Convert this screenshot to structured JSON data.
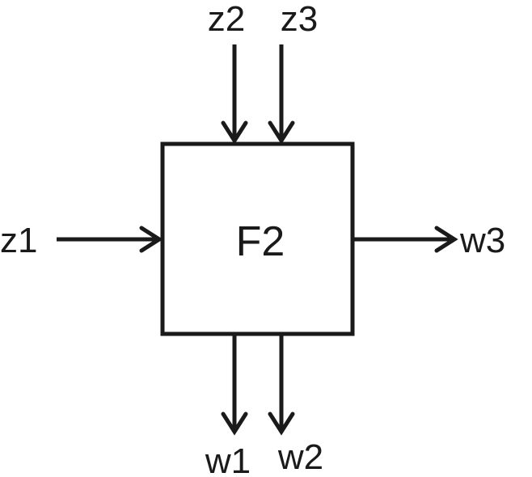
{
  "block": {
    "label": "F2"
  },
  "inputs": {
    "left": "z1",
    "top_left": "z2",
    "top_right": "z3"
  },
  "outputs": {
    "right": "w3",
    "bottom_left": "w1",
    "bottom_right": "w2"
  },
  "colors": {
    "stroke": "#1a1a1a",
    "background": "#ffffff"
  }
}
